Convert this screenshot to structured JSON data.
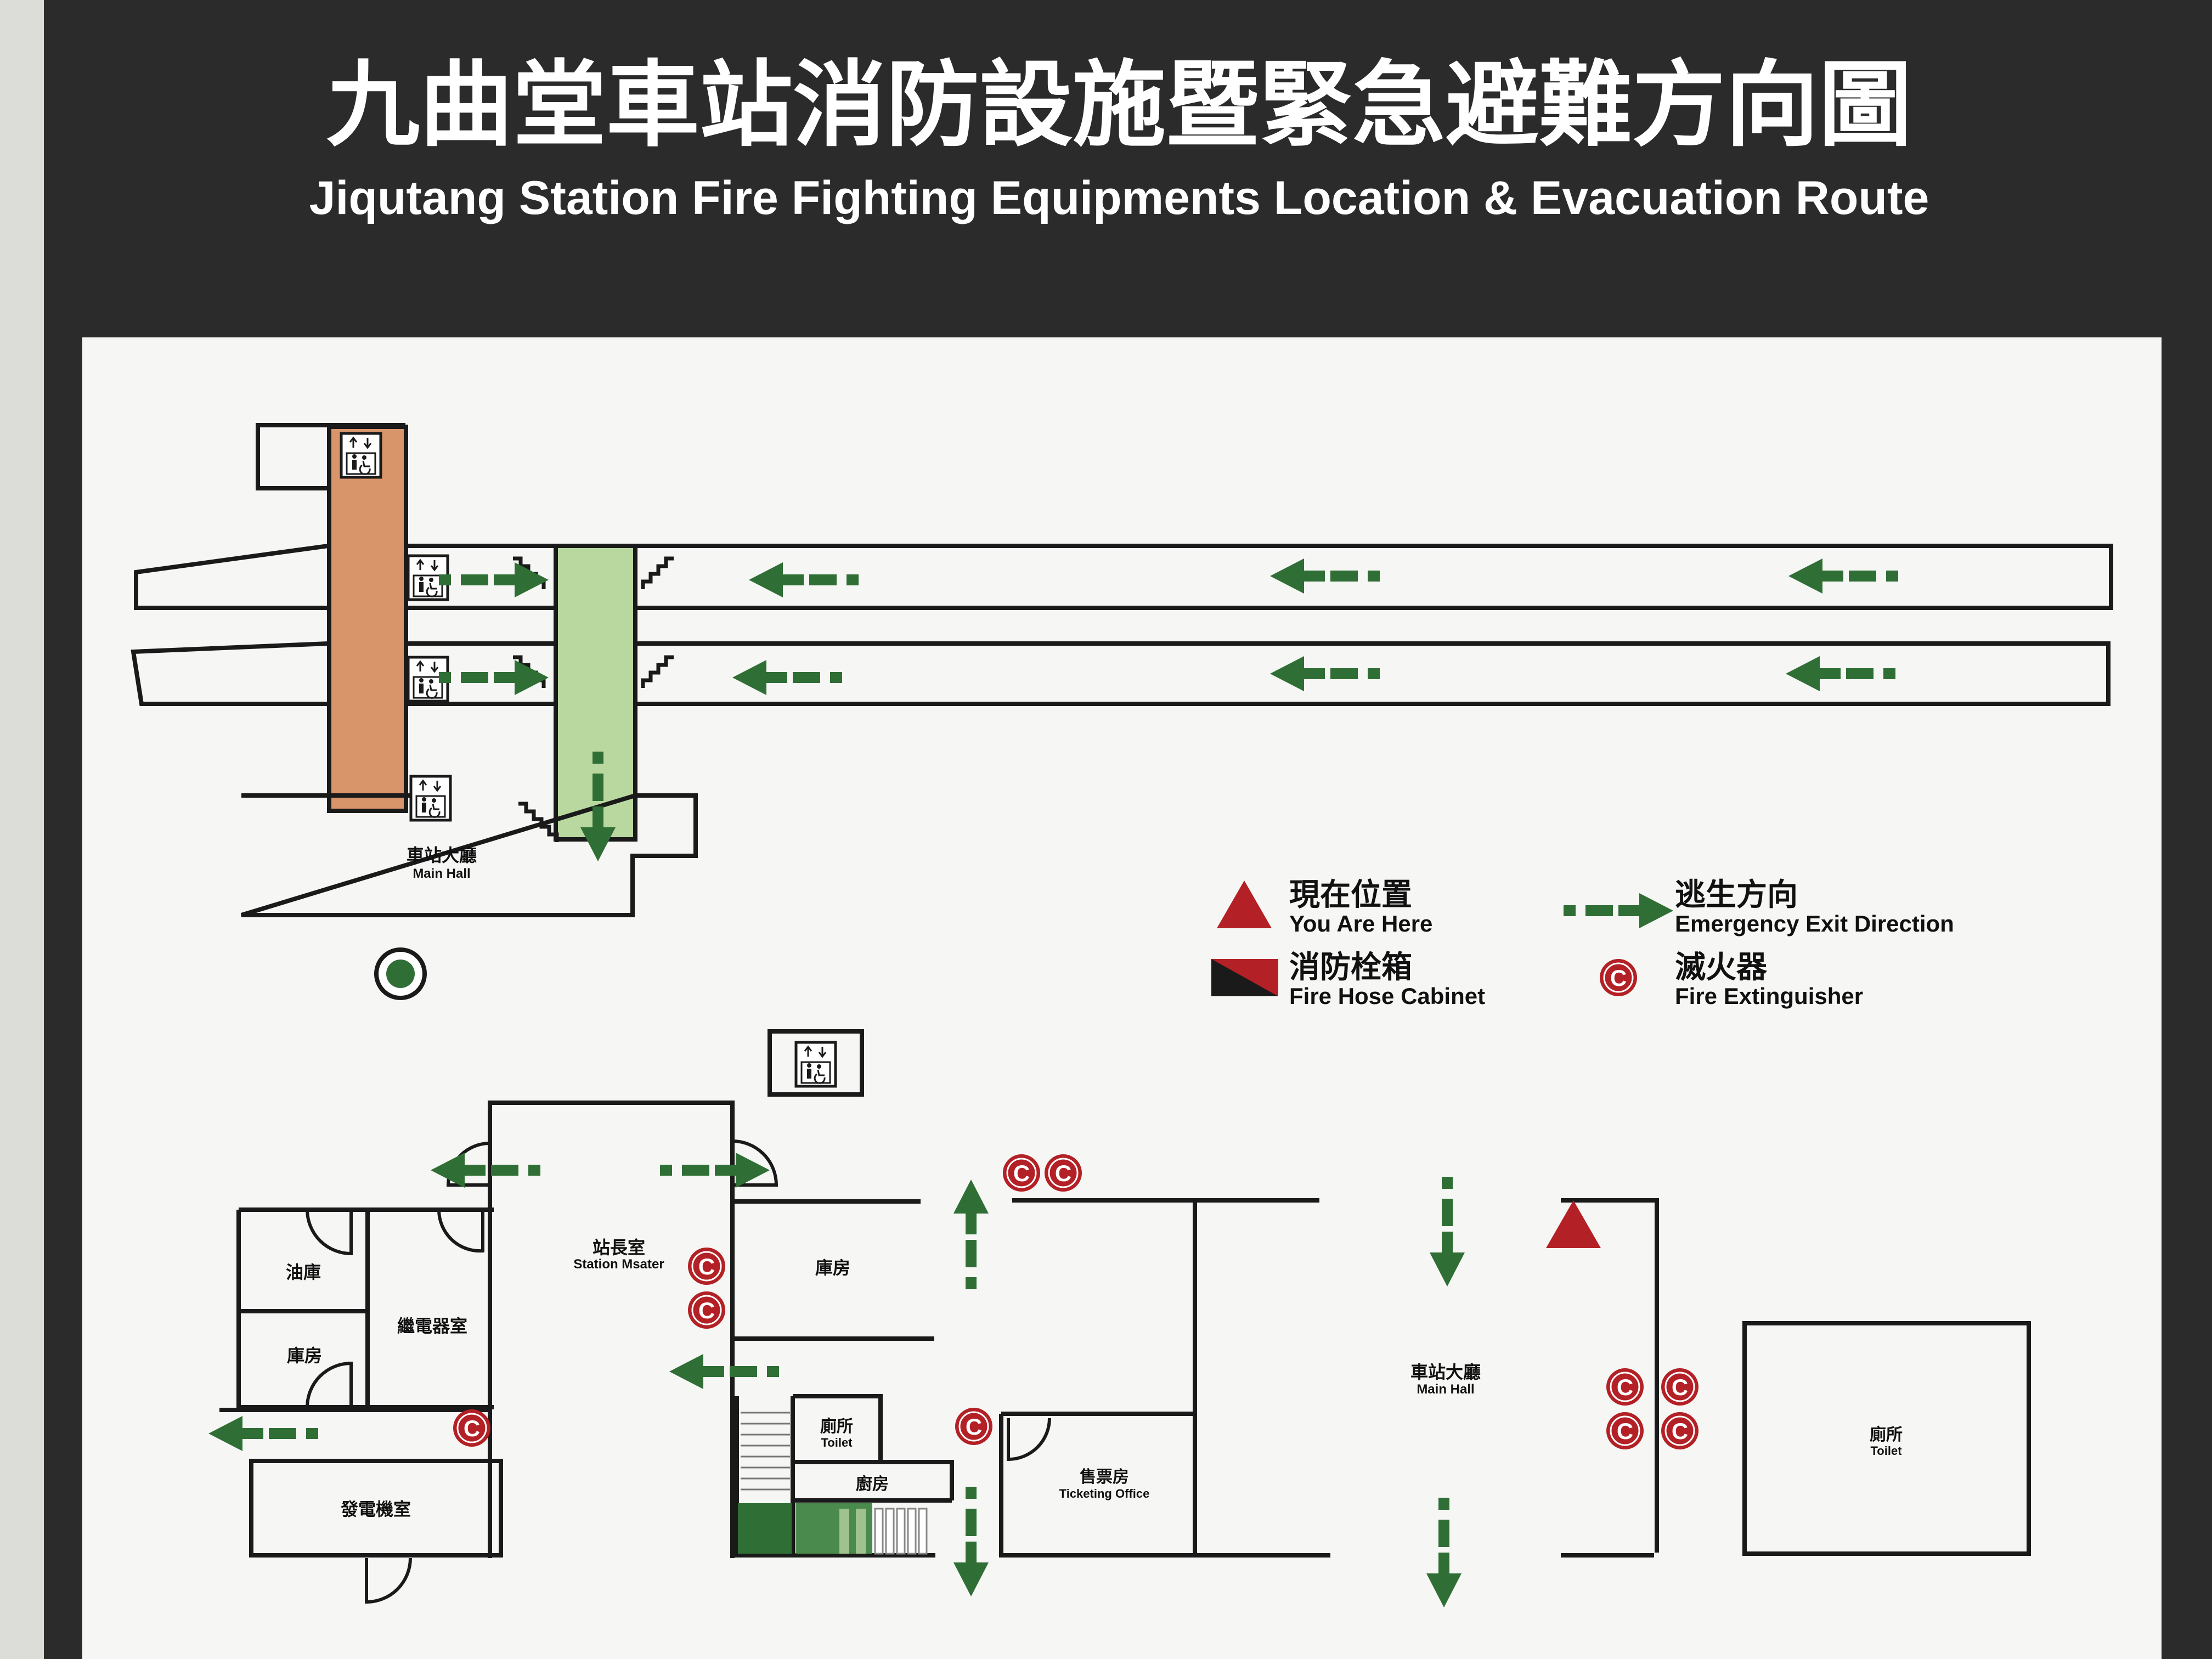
{
  "title_cn": "九曲堂車站消防設施暨緊急避難方向圖",
  "title_en": "Jiqutang Station Fire Fighting Equipments Location & Evacuation Route",
  "colors": {
    "board": "#2b2b2b",
    "panel": "#f6f7f4",
    "overpass_orange": "#d9956a",
    "stair_green": "#b9d8a0",
    "arrow_green": "#2f6e35",
    "extinguisher_red": "#b32025",
    "you_are_here_red": "#b32025"
  },
  "legend": {
    "you_are_here": {
      "cn": "現在位置",
      "en": "You Are Here",
      "icon": "red-triangle-icon"
    },
    "exit_direction": {
      "cn": "逃生方向",
      "en": "Emergency Exit Direction",
      "icon": "green-dashed-arrow-icon"
    },
    "fire_hose": {
      "cn": "消防栓箱",
      "en": "Fire Hose Cabinet",
      "icon": "hose-cabinet-icon"
    },
    "extinguisher": {
      "cn": "滅火器",
      "en": "Fire Extinguisher",
      "icon": "extinguisher-c-icon"
    }
  },
  "extinguisher_letter": "C",
  "rooms": {
    "main_hall_upper": {
      "cn": "車站大廳",
      "en": "Main Hall"
    },
    "station_master": {
      "cn": "站長室",
      "en": "Station Msater"
    },
    "oil_store": {
      "cn": "油庫"
    },
    "storage_small": {
      "cn": "庫房"
    },
    "relay_room": {
      "cn": "繼電器室"
    },
    "generator": {
      "cn": "發電機室"
    },
    "storage_right": {
      "cn": "庫房"
    },
    "toilet_small": {
      "cn": "廁所",
      "en": "Toilet"
    },
    "kitchen": {
      "cn": "廚房"
    },
    "ticketing": {
      "cn": "售票房",
      "en": "Ticketing Office"
    },
    "main_hall_lower": {
      "cn": "車站大廳",
      "en": "Main Hall"
    },
    "toilet_large": {
      "cn": "廁所",
      "en": "Toilet"
    }
  },
  "icons": {
    "elevator": "elevator-wheelchair-icon",
    "stairs": "stairs-icon",
    "green_dot": "assembly-point-icon"
  }
}
